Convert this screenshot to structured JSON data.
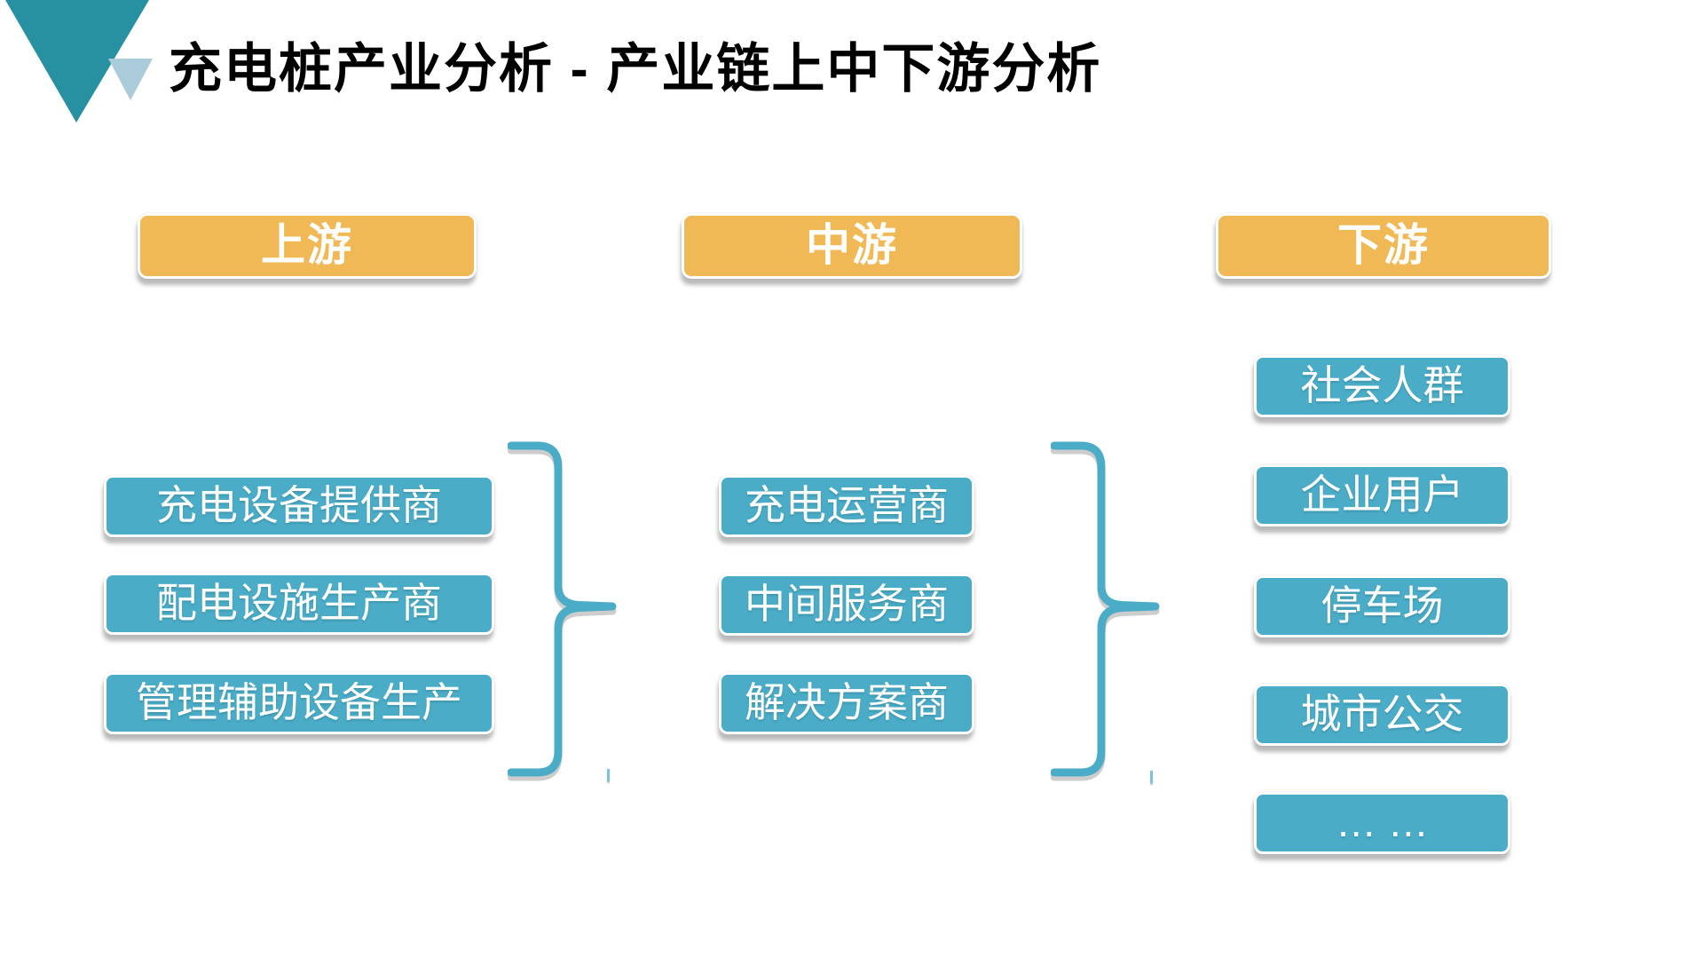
{
  "title": "充电桩产业分析 - 产业链上中下游分析",
  "columns": [
    {
      "header": "上游",
      "items": [
        "充电设备提供商",
        "配电设施生产商",
        "管理辅助设备生产"
      ]
    },
    {
      "header": "中游",
      "items": [
        "充电运营商",
        "中间服务商",
        "解决方案商"
      ]
    },
    {
      "header": "下游",
      "items": [
        "社会人群",
        "企业用户",
        "停车场",
        "城市公交",
        "… …"
      ]
    }
  ],
  "colors": {
    "item_box_teal": "#4AACC7",
    "header_orange": "#F0B955",
    "brace_teal": "#4AACC7",
    "triangle_large_teal": "#2791A1",
    "triangle_small_blue": "#A9CBDA",
    "title_text": "#000000",
    "box_text": "#FFFFFF"
  }
}
